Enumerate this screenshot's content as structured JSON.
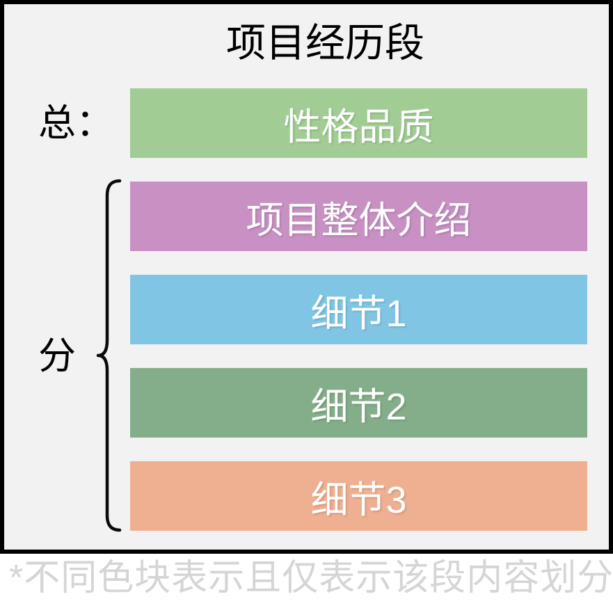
{
  "title": "项目经历段",
  "labels": {
    "total": "总：",
    "detail": "分"
  },
  "bars": [
    {
      "label": "性格品质",
      "color": "#a1cd94",
      "group": "total"
    },
    {
      "label": "项目整体介绍",
      "color": "#c890c3",
      "group": "detail"
    },
    {
      "label": "细节1",
      "color": "#80c6e4",
      "group": "detail"
    },
    {
      "label": "细节2",
      "color": "#84ae89",
      "group": "detail"
    },
    {
      "label": "细节3",
      "color": "#eeb090",
      "group": "detail"
    }
  ],
  "footnote": "*不同色块表示且仅表示该段内容划分",
  "colors": {
    "page_background": "#ffffff",
    "panel_background": "#f2f2f2",
    "panel_border": "#000000",
    "title_text": "#000000",
    "side_label_text": "#000000",
    "bar_text": "#ffffff",
    "brace_stroke": "#0a0a0a",
    "footnote_text": "#d5d5d5"
  },
  "icons": {
    "brace": "left-curly-brace"
  }
}
